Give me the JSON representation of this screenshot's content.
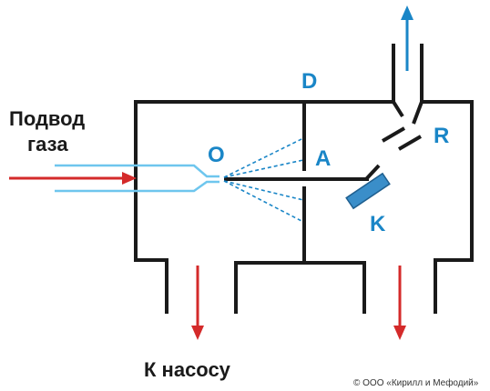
{
  "labels": {
    "inlet_line1": "Подвод",
    "inlet_line2": "газа",
    "pump": "К насосу",
    "point_o": "O",
    "point_a": "A",
    "point_d": "D",
    "point_r": "R",
    "point_k": "K",
    "copyright": "© ООО «Кирилл и Мефодий»"
  },
  "colors": {
    "wall": "#1a1a1a",
    "label_blue": "#1a86c7",
    "flow_red": "#d42a2a",
    "gas_line": "#6ec6ee",
    "jet_dashes": "#1a86c7",
    "crystal_fill": "#3a8ec9"
  },
  "icons": {
    "inlet_arrow": "red-right-arrow",
    "pump_arrows": "red-down-arrow",
    "outlet_arrow": "blue-up-arrow"
  }
}
